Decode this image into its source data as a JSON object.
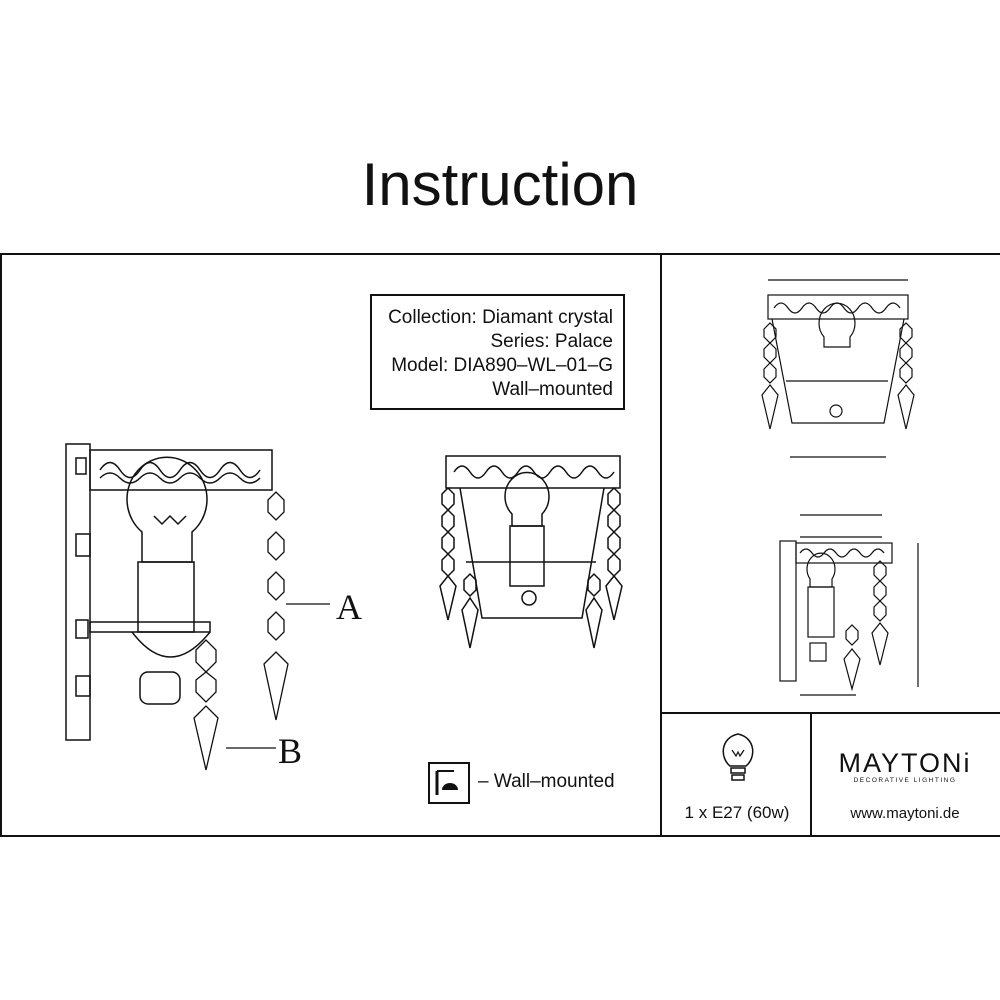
{
  "title": "Instruction",
  "info": {
    "collection": "Collection: Diamant crystal",
    "series": "Series: Palace",
    "model": "Model: DIA890–WL–01–G",
    "mounting": "Wall–mounted"
  },
  "labels": {
    "a": "A",
    "b": "B"
  },
  "legend": {
    "text": "– Wall–mounted",
    "icon": "wall-mount-icon"
  },
  "bulb": {
    "text": "1 x E27 (60w)",
    "icon": "bulb-icon"
  },
  "brand": {
    "name": "MAYTONi",
    "subtitle": "DECORATIVE LIGHTING",
    "website": "www.maytoni.de"
  }
}
